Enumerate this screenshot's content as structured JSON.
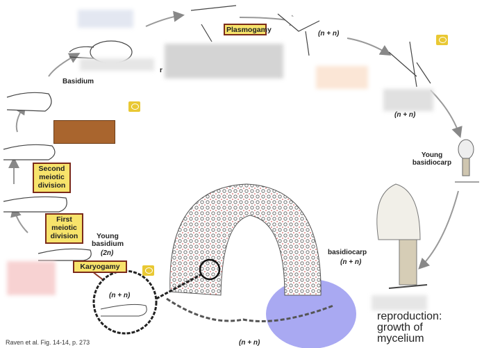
{
  "labels": {
    "plasmogamy": "Plasmogamy",
    "nn_top": "(n + n)",
    "nn_right": "(n + n)",
    "young_basidiocarp": "Young basidiocarp",
    "basidiocarp": "basidiocarp",
    "basidiocarp_nn": "(n + n)",
    "basidium": "Basidium",
    "second_meiotic": "Second meiotic division",
    "first_meiotic": "First meiotic division",
    "young_basidium": "Young basidium",
    "young_basidium_ploidy": "(2n)",
    "karyogamy": "Karyogamy",
    "nn_circle": "(n + n)",
    "nn_bottom": "(n + n)",
    "partial_letter": "r",
    "reproduction": "reproduction: growth of mycelium",
    "citation": "Raven et al. Fig. 14-14, p. 273"
  },
  "colors": {
    "label_fill": "#f7e36b",
    "label_border": "#7a2a1a",
    "highlight_blue": "#a9a9f2",
    "speech": "#e9c833"
  }
}
